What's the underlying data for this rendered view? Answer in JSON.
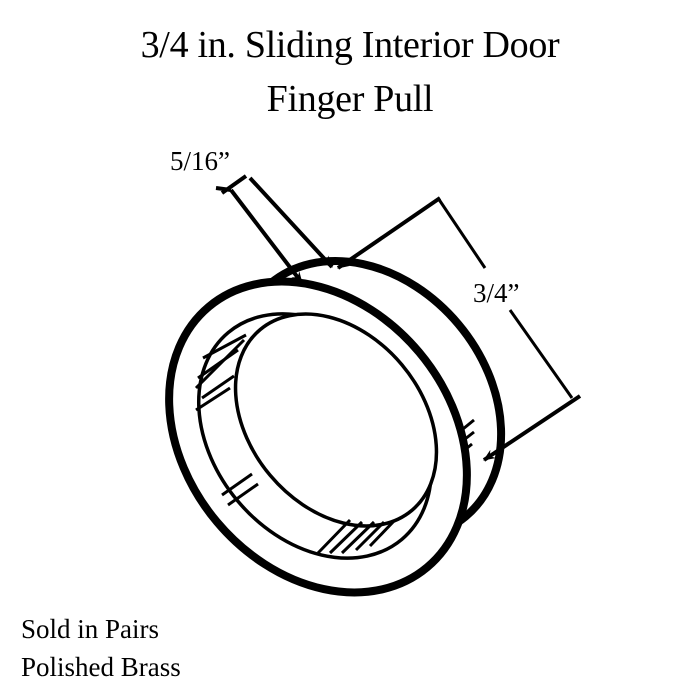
{
  "title": {
    "line1": "3/4 in. Sliding Interior Door",
    "line2": "Finger Pull"
  },
  "dimensions": {
    "flange_width": "5/16”",
    "depth": "3/4”"
  },
  "notes": {
    "line1": "Sold in Pairs",
    "line2": "Polished Brass"
  },
  "colors": {
    "ink": "#000000",
    "background": "#ffffff"
  }
}
